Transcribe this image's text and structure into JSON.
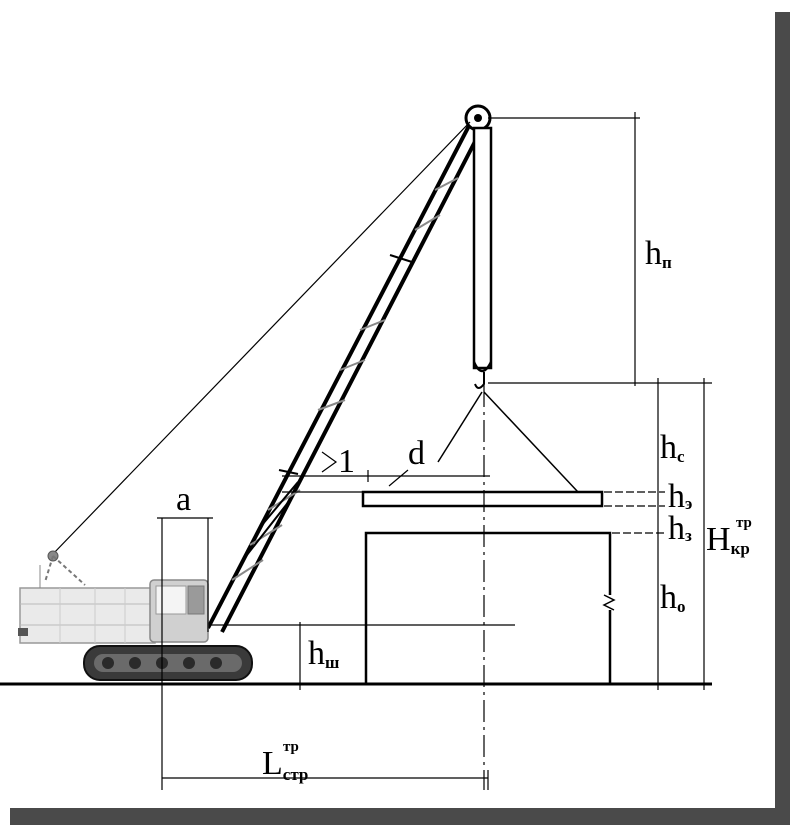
{
  "labels": {
    "a": "a",
    "one": "1",
    "d": "d",
    "hp_main": "h",
    "hp_sub": "п",
    "hs_main": "h",
    "hs_sub": "с",
    "he_main": "h",
    "he_sub": "э",
    "hz_main": "h",
    "hz_sub": "з",
    "ho_main": "h",
    "ho_sub": "о",
    "hsh_main": "h",
    "hsh_sub": "ш",
    "H_main": "H",
    "H_sub": "кр",
    "H_sup": "тр",
    "L_main": "L",
    "L_sub": "стр",
    "L_sup": "тр"
  },
  "colors": {
    "line": "#000000",
    "shadow": "#4a4a4a",
    "cab_light": "#e6e6e6",
    "cab_mid": "#bdbdbd",
    "track_dark": "#2a2a2a"
  },
  "icons": {
    "crane": "crawler-crane-icon",
    "hook": "hook-icon",
    "sling": "sling-icon"
  }
}
